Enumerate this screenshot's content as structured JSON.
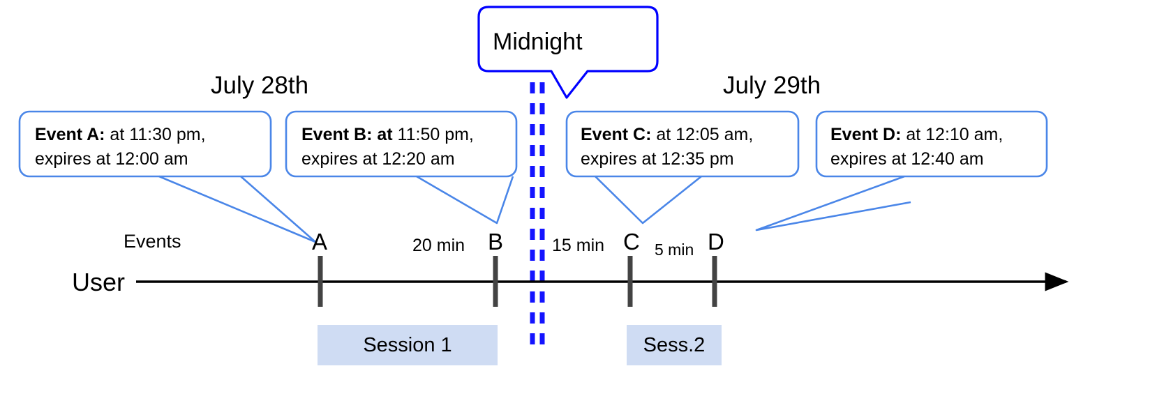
{
  "diagram": {
    "title_context": "Event expiry across midnight timeline",
    "colors": {
      "callout_border": "#4a86e8",
      "midnight_border": "#0000ff",
      "midnight_dash": "#1414ff",
      "session_fill": "#cfdcf3",
      "axis": "#000000",
      "tick": "#434343"
    }
  },
  "dates": {
    "left": "July 28th",
    "right": "July 29th"
  },
  "midnight": {
    "label": "Midnight"
  },
  "callouts": [
    {
      "id": "event-a",
      "bold": "Event A:",
      "rest_line1": " at 11:30 pm,",
      "line2": "expires at 12:00 am"
    },
    {
      "id": "event-b",
      "bold": "Event B: at",
      "rest_line1": " 11:50 pm,",
      "line2": "expires at 12:20 am"
    },
    {
      "id": "event-c",
      "bold": "Event C:",
      "rest_line1": " at 12:05 am,",
      "line2": "expires at 12:35 pm"
    },
    {
      "id": "event-d",
      "bold": "Event D:",
      "rest_line1": "  at 12:10 am,",
      "line2": "expires at 12:40 am"
    }
  ],
  "axis": {
    "row_label": "User",
    "events_label": "Events"
  },
  "ticks": [
    {
      "id": "tick-a",
      "label": "A"
    },
    {
      "id": "tick-b",
      "label": "B"
    },
    {
      "id": "tick-c",
      "label": "C"
    },
    {
      "id": "tick-d",
      "label": "D"
    }
  ],
  "gaps": [
    {
      "id": "gap-ab",
      "label": "20 min"
    },
    {
      "id": "gap-bc",
      "label": "15 min"
    },
    {
      "id": "gap-cd",
      "label": "5 min"
    }
  ],
  "sessions": [
    {
      "id": "session-1",
      "label": "Session 1"
    },
    {
      "id": "session-2",
      "label": "Sess.2"
    }
  ]
}
